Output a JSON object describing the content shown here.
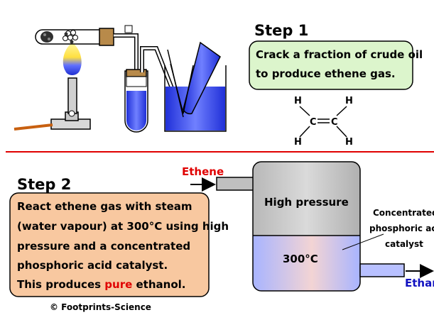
{
  "step1": {
    "title": "Step 1",
    "line1": "Crack a fraction of crude oil",
    "line2": "to produce ethene gas."
  },
  "molecule": {
    "atoms": [
      "H",
      "H",
      "C",
      "C",
      "H",
      "H"
    ]
  },
  "step2": {
    "title": "Step 2",
    "lines": [
      "React ethene gas with steam",
      "(water vapour) at 300°C using high",
      "pressure and a concentrated",
      "phosphoric acid catalyst."
    ],
    "last_prefix": "This produces ",
    "last_highlight": "pure",
    "last_suffix": " ethanol."
  },
  "reactor": {
    "input_label": "Ethene",
    "output_label": "Ethanol",
    "pressure_label": "High pressure",
    "temp_label": "300°C",
    "catalyst_lines": [
      "Concentrated",
      "phosphoric acid",
      "catalyst"
    ]
  },
  "copyright": "© Footprints-Science",
  "colors": {
    "divider": "#e00000",
    "step1_box": "#dcf5cc",
    "step2_box": "#f8c8a0",
    "water": "#3040e0",
    "reactor_top": "#c0c0c0",
    "reactor_bottom": "#b8c0ff"
  }
}
